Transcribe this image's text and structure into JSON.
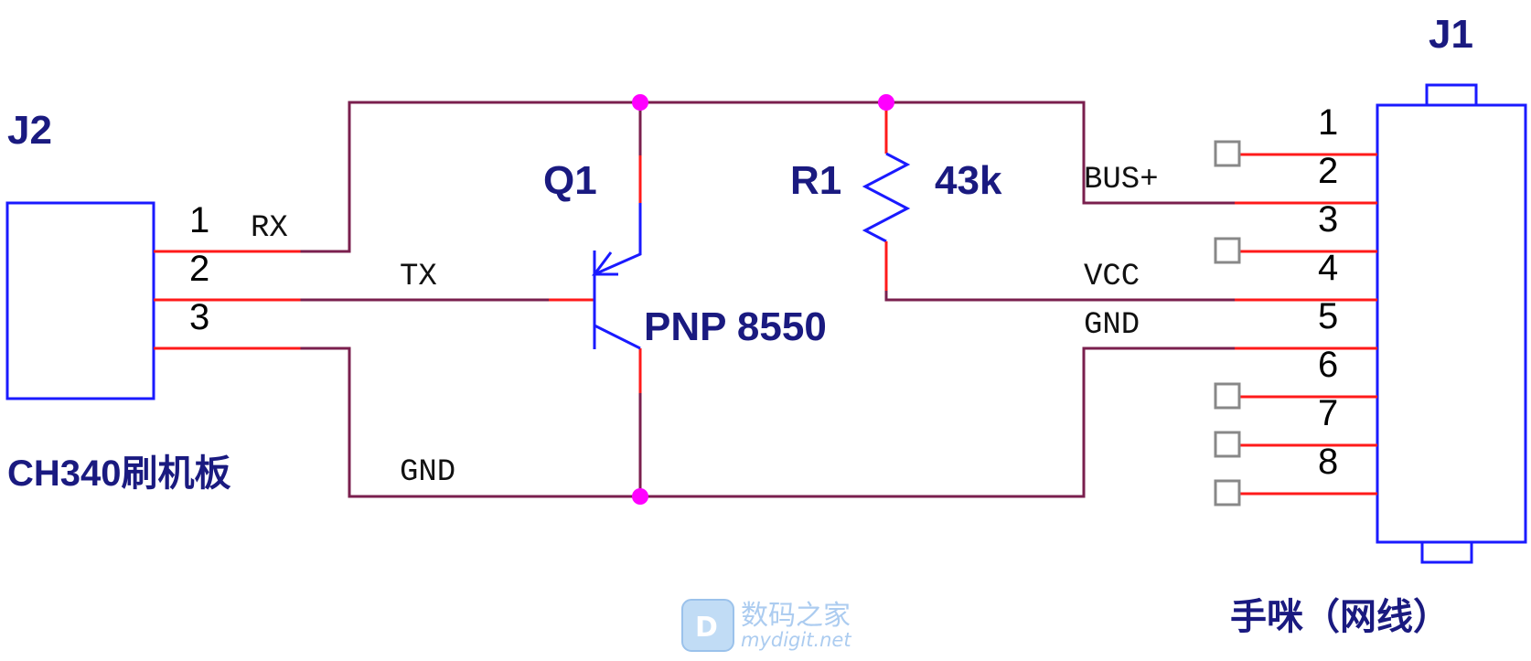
{
  "j2": {
    "designator": "J2",
    "caption": "CH340刷机板",
    "pins": [
      "1",
      "2",
      "3"
    ]
  },
  "j1": {
    "designator": "J1",
    "caption": "手咪（网线）",
    "pins": [
      "1",
      "2",
      "3",
      "4",
      "5",
      "6",
      "7",
      "8"
    ]
  },
  "q1": {
    "designator": "Q1",
    "value": "PNP 8550"
  },
  "r1": {
    "designator": "R1",
    "value": "43k"
  },
  "nets": {
    "rx": "RX",
    "tx": "TX",
    "gnd_left": "GND",
    "bus": "BUS+",
    "vcc": "VCC",
    "gnd_right": "GND"
  },
  "watermark": {
    "logo_letter": "D",
    "cn": "数码之家",
    "en": "mydigit.net"
  },
  "colors": {
    "wire": "#7a1f4e",
    "pin": "#ff1a1a",
    "component": "#1a1aff",
    "junction": "#ff00ff",
    "label": "#1a1a80"
  }
}
